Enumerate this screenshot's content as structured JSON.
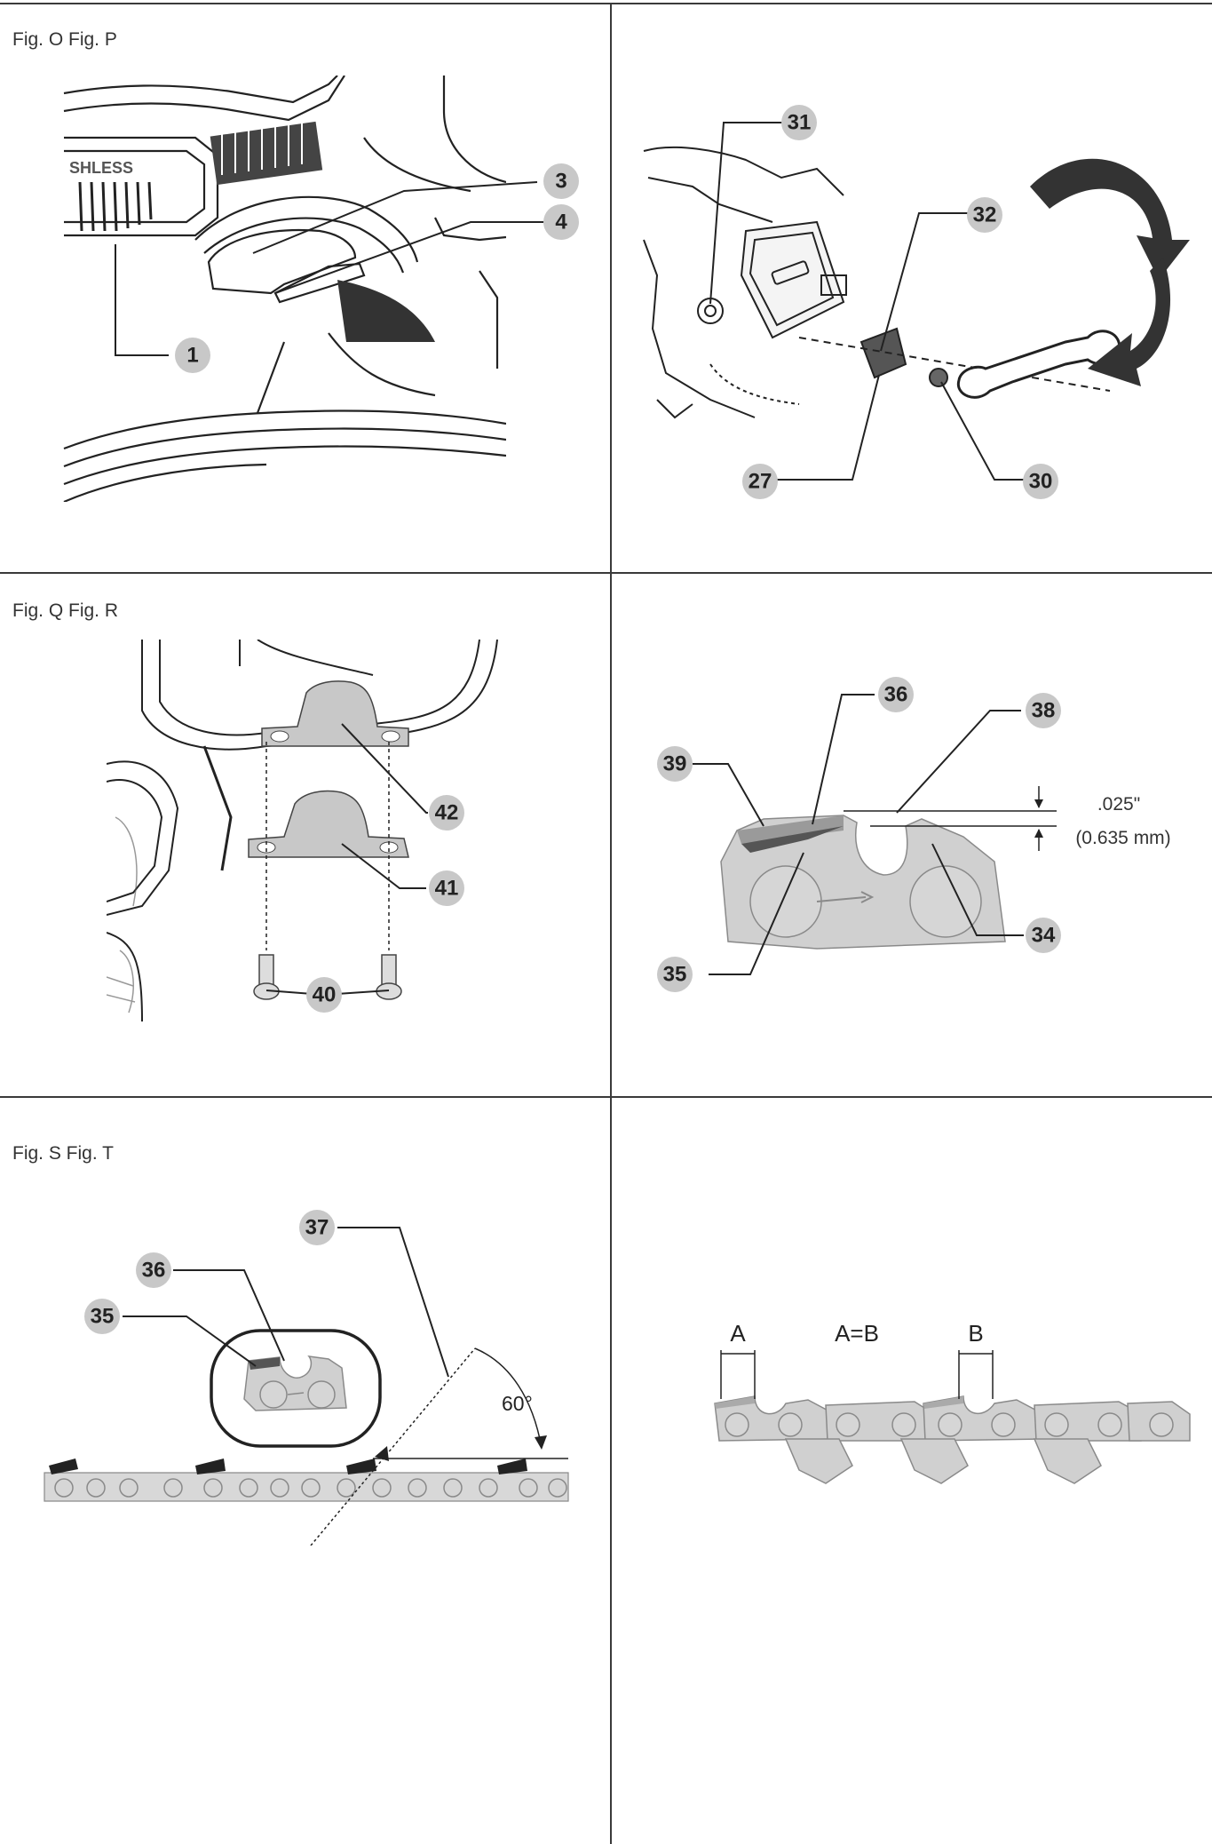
{
  "captions": {
    "top": "Fig. O Fig. P",
    "middle": "Fig. Q Fig. R",
    "bottom": "Fig. S Fig. T"
  },
  "figO": {
    "brand_text": "SHLESS",
    "callouts": [
      "3",
      "4",
      "1"
    ]
  },
  "figP": {
    "callouts": [
      "31",
      "32",
      "27",
      "30"
    ]
  },
  "figQ": {
    "callouts": [
      "42",
      "41",
      "40"
    ]
  },
  "figR": {
    "callouts": [
      "36",
      "38",
      "39",
      "34",
      "35"
    ],
    "dimension_in": ".025\"",
    "dimension_mm": "(0.635 mm)"
  },
  "figS": {
    "callouts": [
      "37",
      "36",
      "35"
    ],
    "angle_label": "60°"
  },
  "figT": {
    "label_a": "A",
    "label_eq": "A=B",
    "label_b": "B"
  },
  "colors": {
    "rule": "#3a3a3a",
    "badge": "#c8c8c8",
    "chain": "#d0d0d0"
  }
}
